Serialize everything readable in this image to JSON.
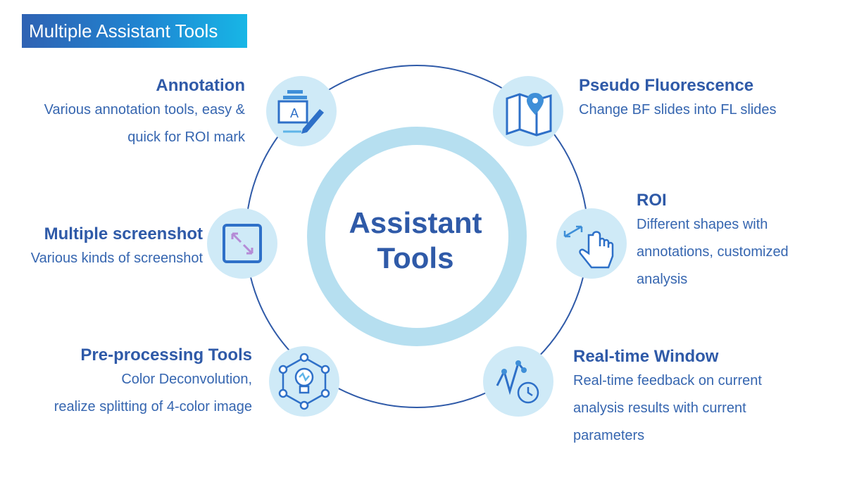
{
  "header": {
    "title": "Multiple Assistant Tools"
  },
  "center": {
    "line1": "Assistant",
    "line2": "Tools"
  },
  "features": [
    {
      "title": "Annotation",
      "desc": "Various annotation tools, easy &\nquick for ROI mark",
      "icon": "annotation-edit-icon"
    },
    {
      "title": "Multiple screenshot",
      "desc": "Various kinds of screenshot",
      "icon": "screenshot-expand-icon"
    },
    {
      "title": "Pre-processing Tools",
      "desc": "Color Deconvolution,\nrealize splitting of 4-color image",
      "icon": "bulb-network-icon"
    },
    {
      "title": "Pseudo Fluorescence",
      "desc": "Change BF slides into FL slides",
      "icon": "map-pin-icon"
    },
    {
      "title": "ROI",
      "desc": "Different shapes with\nannotations, customized\nanalysis",
      "icon": "hand-pointer-icon"
    },
    {
      "title": "Real-time Window",
      "desc": "Real-time feedback on current\nanalysis results with current\nparameters",
      "icon": "chart-clock-icon"
    }
  ],
  "colors": {
    "primary_text": "#2f5aa8",
    "ring_line": "#2f5aa8",
    "inner_ring": "#b6dff0",
    "node_fill": "#cfeaf7",
    "banner_start": "#2f62b3",
    "banner_end": "#17b6e6"
  }
}
